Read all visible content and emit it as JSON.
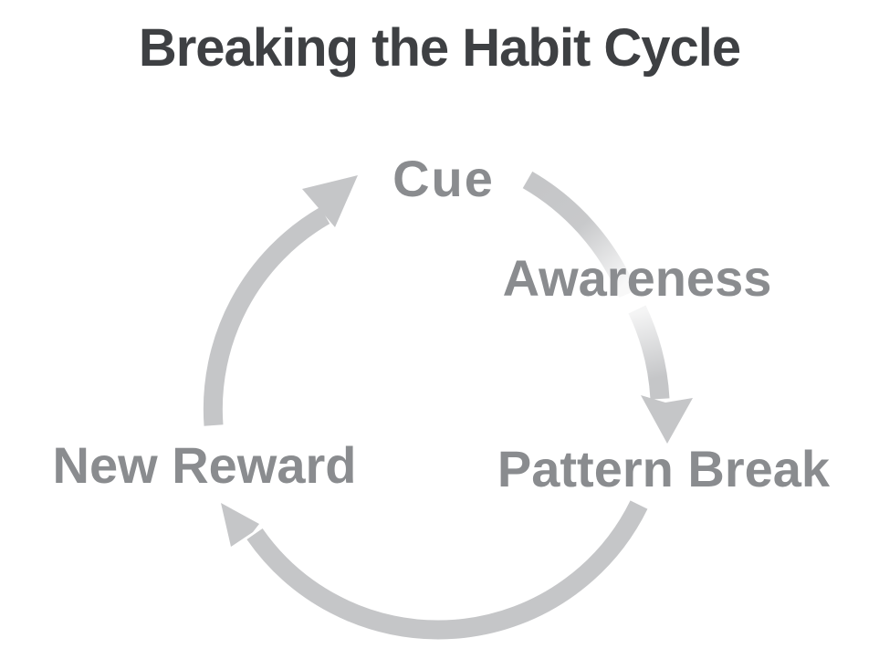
{
  "title": "Breaking the Habit Cycle",
  "cycle": {
    "steps": [
      {
        "id": "cue",
        "label": "Cue"
      },
      {
        "id": "awareness",
        "label": "Awareness"
      },
      {
        "id": "pattern-break",
        "label": "Pattern Break"
      },
      {
        "id": "new-reward",
        "label": "New Reward"
      }
    ],
    "flow": "Cue → Awareness → Pattern Break → New Reward → Cue"
  },
  "colors": {
    "background": "#ffffff",
    "title_text": "#3e4043",
    "step_text": "#8a8c8f",
    "arrow": "#c5c6c8"
  }
}
